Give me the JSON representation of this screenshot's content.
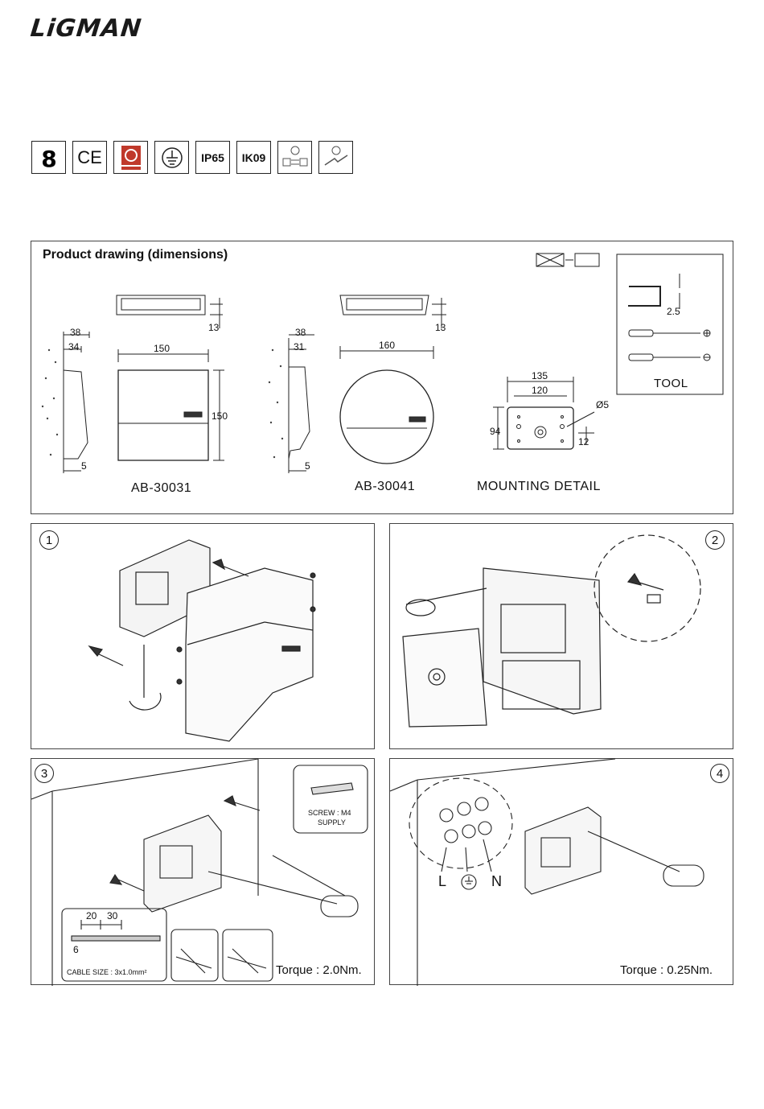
{
  "brand": {
    "logo_text": "LiGMAN"
  },
  "certifications": [
    {
      "icon": "glow-wire-icon",
      "label": ""
    },
    {
      "icon": "ce-mark-icon",
      "label": "CE"
    },
    {
      "icon": "quality-mark-icon",
      "label": ""
    },
    {
      "icon": "earth-ground-icon",
      "label": ""
    },
    {
      "icon": "ip-rating-icon",
      "label": "IP65"
    },
    {
      "icon": "ik-rating-icon",
      "label": "IK09"
    },
    {
      "icon": "voltage-switch-icon",
      "label": ""
    },
    {
      "icon": "wall-mount-icon",
      "label": ""
    }
  ],
  "product_drawing": {
    "title": "Product drawing (dimensions)",
    "models": [
      {
        "name": "AB-30031",
        "depth_total": "38",
        "depth_body": "34",
        "width": "150",
        "height": "150",
        "top_height": "13",
        "bottom_offset": "5"
      },
      {
        "name": "AB-30041",
        "depth_total": "38",
        "depth_body": "31",
        "diameter": "160",
        "top_height": "13",
        "bottom_offset": "5"
      }
    ],
    "mounting": {
      "label": "MOUNTING DETAIL",
      "width_outer": "135",
      "width_inner": "120",
      "height": "94",
      "hole_dia": "Ø5",
      "edge_offset": "12"
    },
    "tool": {
      "label": "TOOL",
      "hex_size": "2.5"
    }
  },
  "steps": [
    {
      "number": "1"
    },
    {
      "number": "2"
    },
    {
      "number": "3",
      "screw_note_line1": "SCREW : M4",
      "screw_note_line2": "SUPPLY",
      "strip_a": "20",
      "strip_b": "30",
      "strip_c": "6",
      "cable_size": "CABLE SIZE : 3x1.0mm²",
      "torque": "Torque : 2.0Nm."
    },
    {
      "number": "4",
      "terminal_l": "L",
      "terminal_n": "N",
      "torque": "Torque : 0.25Nm."
    }
  ]
}
